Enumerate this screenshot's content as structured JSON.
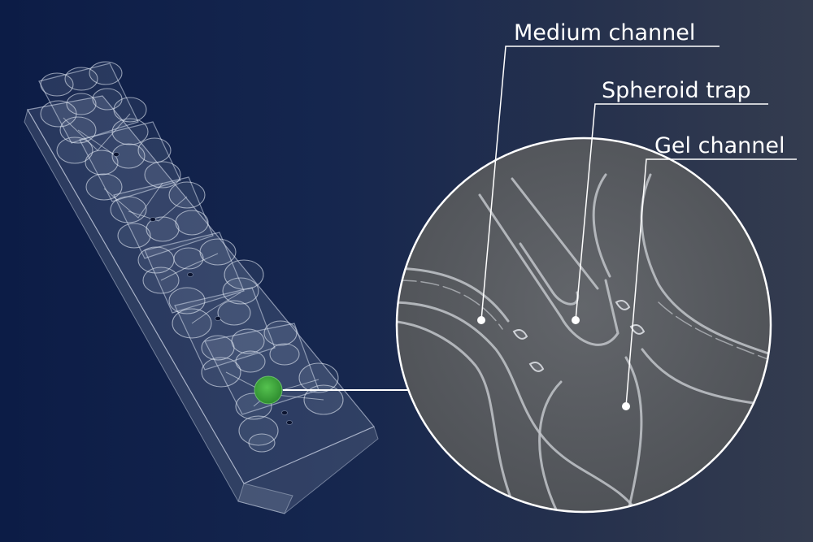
{
  "labels": {
    "medium_channel": "Medium channel",
    "spheroid_trap": "Spheroid trap",
    "gel_channel": "Gel channel"
  },
  "colors": {
    "background_left": "#0c1c46",
    "background_right": "#343c4f",
    "highlight": "#3aa63a",
    "leader_line": "#ffffff",
    "magnified_fill": "#5b5e63"
  }
}
